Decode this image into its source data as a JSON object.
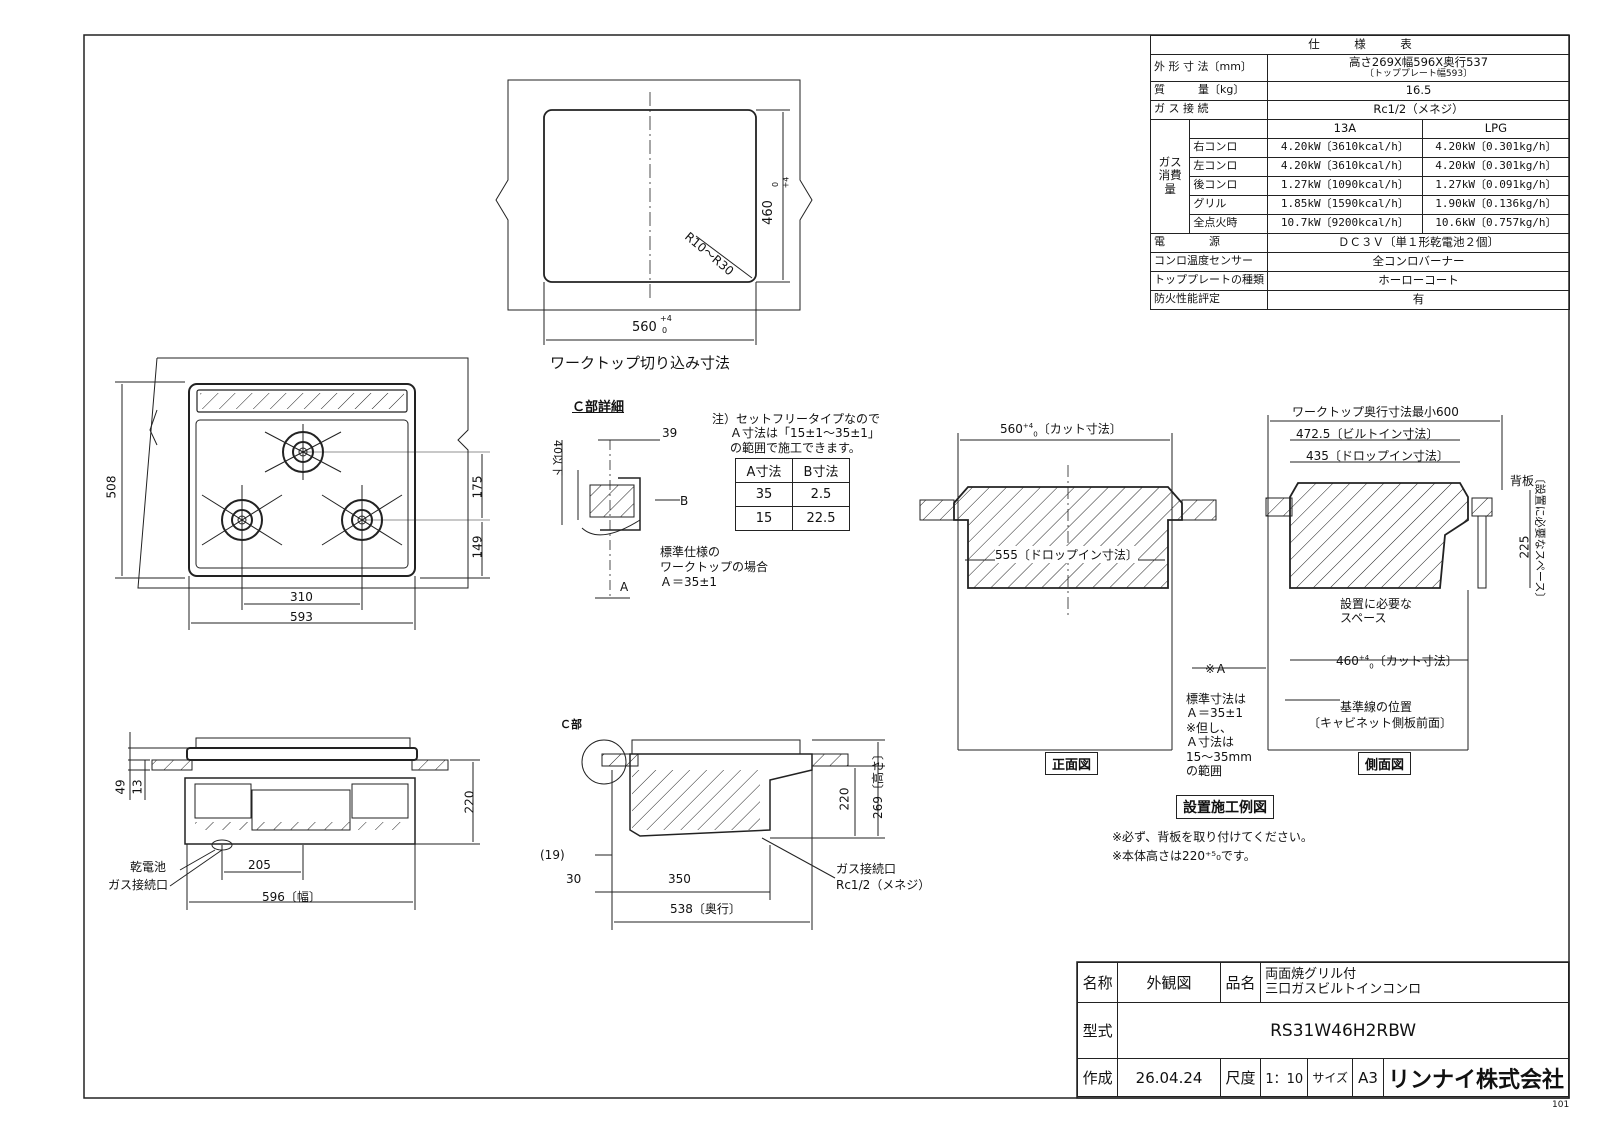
{
  "spec_table": {
    "title": "仕　　　様　　　表",
    "rows": [
      {
        "label": "外 形 寸 法〔mm〕",
        "value": "高さ269X幅596X奥行537",
        "note": "〔トッププレート幅593〕"
      },
      {
        "label": "質　　　量〔kg〕",
        "value": "16.5"
      },
      {
        "label": "ガ ス 接 続",
        "value": "Rc1/2（メネジ）"
      }
    ],
    "gas_group_label": "ガス\n消費量",
    "gas_headers": [
      "13A",
      "LPG"
    ],
    "gas_rows": [
      {
        "name": "右コンロ",
        "a13": "4.20kW〔3610kcal/h〕",
        "lpg": "4.20kW〔0.301kg/h〕"
      },
      {
        "name": "左コンロ",
        "a13": "4.20kW〔3610kcal/h〕",
        "lpg": "4.20kW〔0.301kg/h〕"
      },
      {
        "name": "後コンロ",
        "a13": "1.27kW〔1090kcal/h〕",
        "lpg": "1.27kW〔0.091kg/h〕"
      },
      {
        "name": "グリル",
        "a13": "1.85kW〔1590kcal/h〕",
        "lpg": "1.90kW〔0.136kg/h〕"
      },
      {
        "name": "全点火時",
        "a13": "10.7kW〔9200kcal/h〕",
        "lpg": "10.6kW〔0.757kg/h〕"
      }
    ],
    "bottom_rows": [
      {
        "label": "電　　　　源",
        "value": "ＤＣ３Ｖ〔単１形乾電池２個〕"
      },
      {
        "label": "コンロ温度センサー",
        "value": "全コンロバーナー"
      },
      {
        "label": "トッププレートの種類",
        "value": "ホーローコート"
      },
      {
        "label": "防火性能評定",
        "value": "有"
      }
    ]
  },
  "cutout": {
    "caption": "ワークトップ切り込み寸法",
    "width_label": "560",
    "depth_label": "460",
    "tol_plus": "+4",
    "tol_zero": "0",
    "radius_label": "R10～R30"
  },
  "top_view": {
    "width_total": "593",
    "burner_spacing": "310",
    "height_total": "508",
    "offset_175": "175",
    "offset_149": "149"
  },
  "front_view": {
    "dim_49": "49",
    "dim_13": "13",
    "dim_220": "220",
    "dim_205": "205",
    "width": "596〔幅〕",
    "battery": "乾電池",
    "gas_port": "ガス接続口"
  },
  "detail_c": {
    "title": "Ｃ部詳細",
    "dim_39": "39",
    "dim_40": "40以下",
    "label_b": "B",
    "label_a": "A",
    "std_note": [
      "標準仕様の",
      "ワークトップの場合",
      "Ａ＝35±1"
    ],
    "note": [
      "注）セットフリータイプなので",
      "Ａ寸法は「15±1～35±1」",
      "の範囲で施工できます。"
    ],
    "table_headers": [
      "A寸法",
      "B寸法"
    ],
    "table_rows": [
      [
        "35",
        "2.5"
      ],
      [
        "15",
        "22.5"
      ]
    ]
  },
  "side_view": {
    "label_c": "Ｃ部",
    "dim_19": "(19)",
    "dim_30": "30",
    "dim_350": "350",
    "dim_538": "538〔奥行〕",
    "dim_220": "220",
    "dim_269": "269〔高さ〕",
    "gas_port": "ガス接続口",
    "gas_thread": "Rc1/2（メネジ）"
  },
  "install": {
    "front_cut": "560",
    "front_cut_suffix": "〔カット寸法〕",
    "drop_in": "555〔ドロップイン寸法〕",
    "tol_plus": "+4",
    "tol_zero": "0",
    "worktop_min": "ワークトップ奥行寸法最小600",
    "built_in": "472.5〔ビルトイン寸法〕",
    "drop_in_side": "435〔ドロップイン寸法〕",
    "back_plate": "背板",
    "dim_225": "225",
    "space_required": "〔設置に必要なスペース〕",
    "space_label": [
      "設置に必要な",
      "スペース"
    ],
    "side_cut": "460",
    "side_cut_suffix": "〔カット寸法〕",
    "a_mark": "※Ａ",
    "std_dims": [
      "標準寸法は",
      "Ａ＝35±1",
      "※但し、",
      "Ａ寸法は",
      "15～35mm",
      "の範囲"
    ],
    "baseline": [
      "基準線の位置",
      "〔キャビネット側板前面〕"
    ],
    "front_title": "正面図",
    "side_title": "側面図",
    "example_title": "設置施工例図",
    "notes": [
      "※必ず、背板を取り付けてください。",
      "※本体高さは220⁺⁵₀です。"
    ]
  },
  "title_block": {
    "name_label": "名称",
    "name_value": "外観図",
    "product_label": "品名",
    "product_value": [
      "両面焼グリル付",
      "三口ガスビルトインコンロ"
    ],
    "model_label": "型式",
    "model_value": "RS31W46H2RBW",
    "made_label": "作成",
    "made_value": "26.04.24",
    "scale_label": "尺度",
    "scale_value": "1：10",
    "size_label": "サイズ",
    "size_value": "A3",
    "company": "リンナイ株式会社",
    "page_code": "101"
  }
}
